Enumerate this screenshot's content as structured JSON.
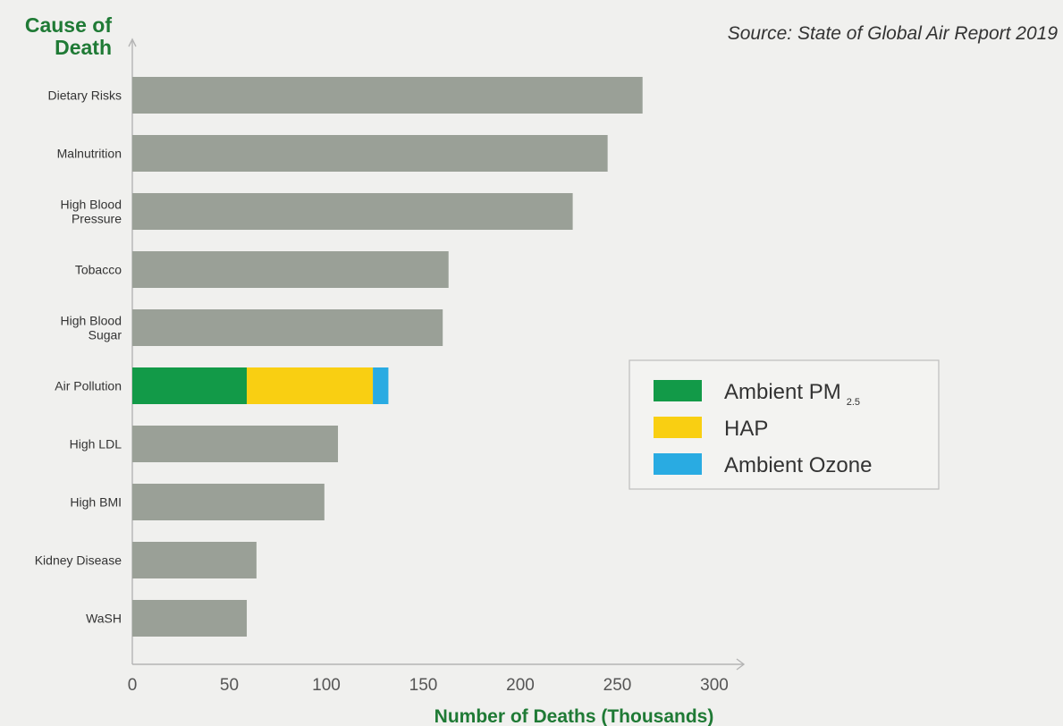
{
  "source_note": "Source: State of Global Air Report 2019",
  "chart_data": {
    "type": "bar",
    "orientation": "horizontal",
    "stacked": true,
    "ylabel": [
      "Cause of",
      "Death"
    ],
    "xlabel": "Number of Deaths (Thousands)",
    "xlim": [
      0,
      300
    ],
    "xticks": [
      0,
      50,
      100,
      150,
      200,
      250,
      300
    ],
    "grid": false,
    "legend_position": "right",
    "categories": [
      {
        "label": [
          "Dietary Risks"
        ],
        "value": 263
      },
      {
        "label": [
          "Malnutrition"
        ],
        "value": 245
      },
      {
        "label": [
          "High Blood",
          "Pressure"
        ],
        "value": 227
      },
      {
        "label": [
          "Tobacco"
        ],
        "value": 163
      },
      {
        "label": [
          "High Blood",
          "Sugar"
        ],
        "value": 160
      },
      {
        "label": [
          "Air Pollution"
        ],
        "value": 132,
        "segments": [
          {
            "name": "Ambient PM",
            "value": 59
          },
          {
            "name": "HAP",
            "value": 65
          },
          {
            "name": "Ambient Ozone",
            "value": 8
          }
        ]
      },
      {
        "label": [
          "High LDL"
        ],
        "value": 106
      },
      {
        "label": [
          "High BMI"
        ],
        "value": 99
      },
      {
        "label": [
          "Kidney Disease"
        ],
        "value": 64
      },
      {
        "label": [
          "WaSH"
        ],
        "value": 59
      }
    ],
    "default_color": "#9aa097",
    "legend": [
      {
        "name": "Ambient PM",
        "sub": "2.5",
        "color": "#129a48"
      },
      {
        "name": "HAP",
        "sub": "",
        "color": "#f9cf12"
      },
      {
        "name": "Ambient Ozone",
        "sub": "",
        "color": "#29abe2"
      }
    ]
  }
}
